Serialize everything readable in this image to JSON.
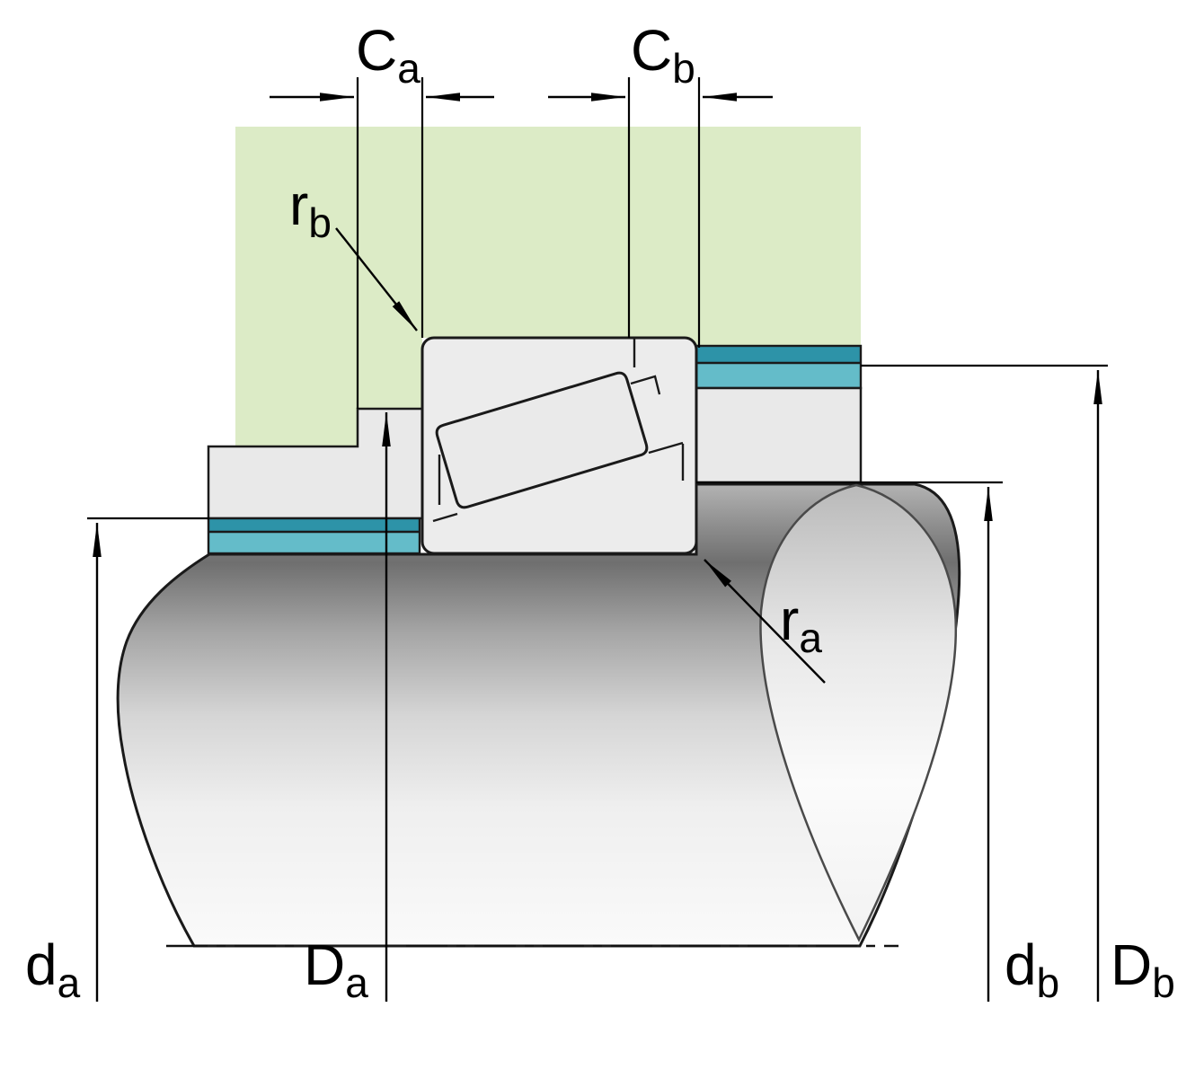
{
  "diagram": {
    "type": "tapered-roller-bearing-mounting-dimensions",
    "labels": {
      "c_a": {
        "main": "C",
        "sub": "a"
      },
      "c_b": {
        "main": "C",
        "sub": "b"
      },
      "r_b": {
        "main": "r",
        "sub": "b"
      },
      "r_a": {
        "main": "r",
        "sub": "a"
      },
      "d_a": {
        "main": "d",
        "sub": "a"
      },
      "D_a": {
        "main": "D",
        "sub": "a"
      },
      "d_b": {
        "main": "d",
        "sub": "b"
      },
      "D_b": {
        "main": "D",
        "sub": "b"
      }
    },
    "colors": {
      "housing_green": "#dcebc6",
      "abutment_teal_dark": "#2d93a8",
      "abutment_teal_light": "#64bcc9",
      "metal_light": "#ececec",
      "spacer_gray": "#e9e9e9",
      "outline": "#1a1a1a"
    }
  }
}
